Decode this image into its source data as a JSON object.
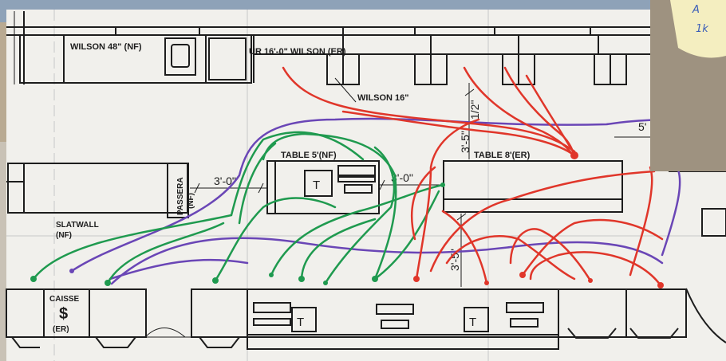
{
  "labels": {
    "wilson48": "WILSON 48\" (NF)",
    "wilson16_0": "UR 16'-0\" WILSON (ER)",
    "wilson16": "WILSON 16\"",
    "table5": "TABLE 5'(NF)",
    "table8": "TABLE 8'(ER)",
    "passera": "PASSERA",
    "passera_nf": "(NF)",
    "slatwall": "SLATWALL",
    "slatwall_nf": "(NF)",
    "caisse": "CAISSE",
    "caisse_dollar": "$",
    "caisse_er": "(ER)",
    "dim_3_0_left": "3'-0\"",
    "dim_3_0_mid": "3'-0\"",
    "dim_1_2": "1/2\"",
    "dim_3_5_upper": "3'-5\"",
    "dim_3_5_lower": "3'-5\"",
    "dim_5_partial": "5'",
    "t_table5": "T",
    "t_counter_left": "T",
    "t_counter_right": "T"
  },
  "sticky_note": {
    "line1": "A",
    "line2": "1k"
  },
  "colors": {
    "paper": "#f1f0ec",
    "ink": "#1d1d1d",
    "path_red": "#e0362a",
    "path_green": "#1f9a4f",
    "path_purple": "#6a46b6",
    "background": "#c9c2b6",
    "sticky": "#f4eec0"
  }
}
